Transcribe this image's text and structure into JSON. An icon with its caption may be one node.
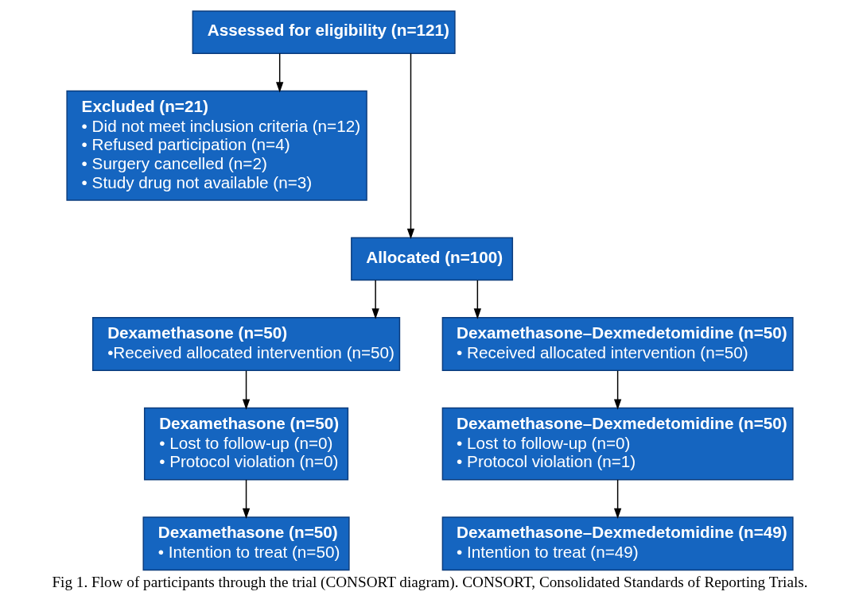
{
  "diagram": {
    "caption": "Fig 1. Flow of participants through the trial (CONSORT diagram). CONSORT, Consolidated Standards of Reporting Trials.",
    "nodes": [
      {
        "text": [
          "Assessed for eligibility (n=121)"
        ]
      },
      {
        "text": [
          "Excluded (n=21)",
          "• Did not meet inclusion criteria (n=12)",
          "• Refused participation (n=4)",
          "• Surgery cancelled (n=2)",
          "• Study drug not available (n=3)"
        ]
      },
      {
        "text": [
          "Allocated (n=100)"
        ]
      },
      {
        "text": [
          "Dexamethasone (n=50)",
          "•Received allocated intervention (n=50)"
        ]
      },
      {
        "text": [
          "Dexamethasone–Dexmedetomidine (n=50)",
          "• Received allocated intervention (n=50)"
        ]
      },
      {
        "text": [
          "Dexamethasone (n=50)",
          "• Lost to follow-up (n=0)",
          "• Protocol violation (n=0)"
        ]
      },
      {
        "text": [
          "Dexamethasone–Dexmedetomidine (n=50)",
          "• Lost to follow-up (n=0)",
          "• Protocol violation (n=1)"
        ]
      },
      {
        "text": [
          "Dexamethasone (n=50)",
          "• Intention to treat (n=50)"
        ]
      },
      {
        "text": [
          "Dexamethasone–Dexmedetomidine (n=49)",
          "• Intention to treat (n=49)"
        ]
      }
    ],
    "edges": [
      {
        "from": 0,
        "to": 1,
        "arrow": "to"
      },
      {
        "from": 0,
        "to": 2,
        "arrow": "to"
      },
      {
        "from": 2,
        "to": 3,
        "arrow": "to"
      },
      {
        "from": 2,
        "to": 4,
        "arrow": "to"
      },
      {
        "from": 3,
        "to": 5,
        "arrow": "to"
      },
      {
        "from": 4,
        "to": 6,
        "arrow": "to"
      },
      {
        "from": 5,
        "to": 7,
        "arrow": "to"
      },
      {
        "from": 6,
        "to": 8,
        "arrow": "to"
      }
    ]
  }
}
